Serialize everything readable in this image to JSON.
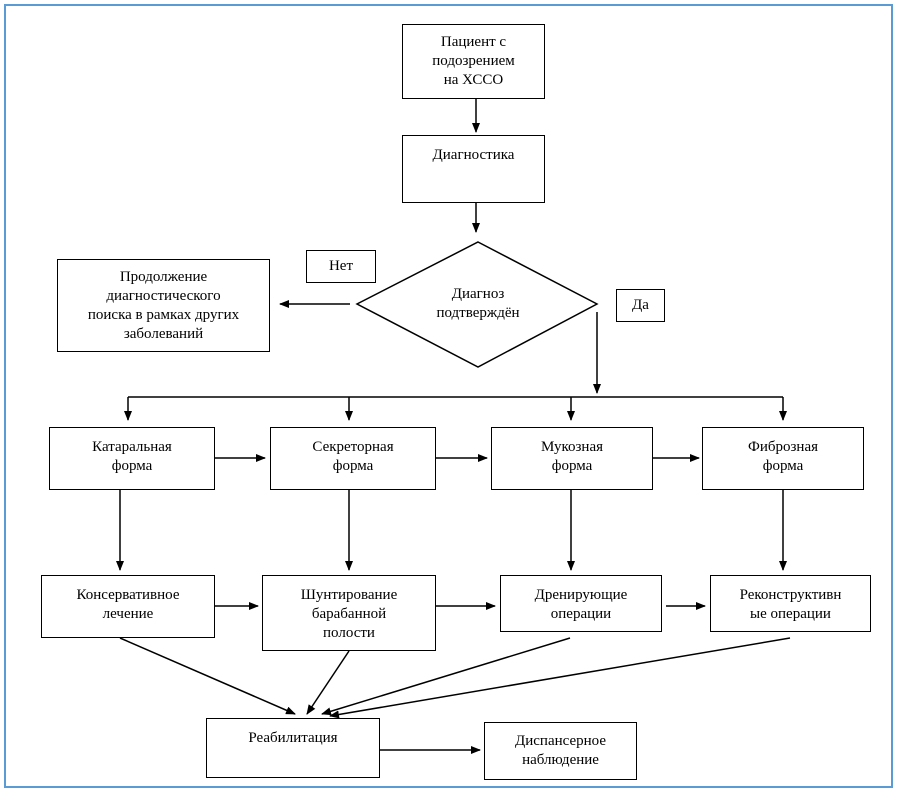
{
  "diagram": {
    "nodes": {
      "patient": "Пациент с\nподозрением\nна ХССО",
      "diagnostics": "Диагностика",
      "decision": "Диагноз\nподтверждён",
      "no": "Нет",
      "yes": "Да",
      "continue_search": "Продолжение\nдиагностического\nпоиска в рамках других\nзаболеваний",
      "catarrhal": "Катаральная\nформа",
      "secretory": "Секреторная\nформа",
      "mucous": "Мукозная\nформа",
      "fibrous": "Фиброзная\nформа",
      "conservative": "Консервативное\nлечение",
      "shunting": "Шунтирование\nбарабанной\nполости",
      "drainage": "Дренирующие\nоперации",
      "reconstructive": "Реконструктивн\nые операции",
      "rehab": "Реабилитация",
      "followup": "Диспансерное\nнаблюдение"
    },
    "colors": {
      "frame": "#5b9bd5",
      "stroke": "#000000"
    }
  }
}
